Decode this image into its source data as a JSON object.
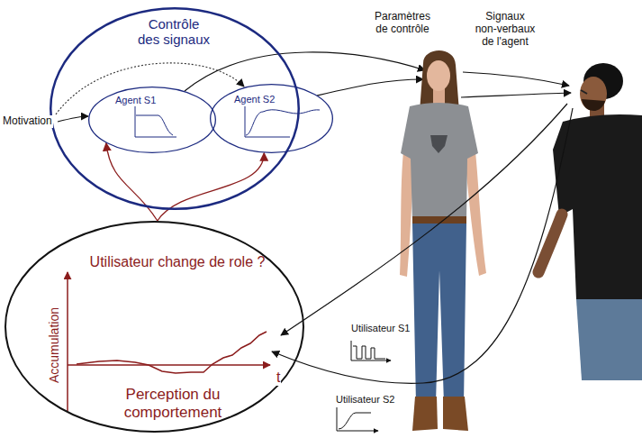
{
  "diagram": {
    "nodes": [
      {
        "text": [
          "Contrôle des signaux"
        ]
      },
      {
        "text": [
          "Agent S1"
        ],
        "in": 0
      },
      {
        "text": [
          "Agent S2"
        ],
        "in": 0
      },
      {
        "text": [
          "Utilisateur change de role ?",
          "Perception du comportement"
        ]
      }
    ],
    "edges": [
      {
        "from": 3,
        "to": 1,
        "arrow": "to"
      },
      {
        "from": 3,
        "to": 2,
        "arrow": "to"
      }
    ],
    "labels": [
      "Motivation",
      "Paramètres de contrôle",
      "Signaux non-verbaux de l'agent",
      "Accumulation",
      "t",
      "Utilisateur S1",
      "Utilisateur S2"
    ]
  }
}
